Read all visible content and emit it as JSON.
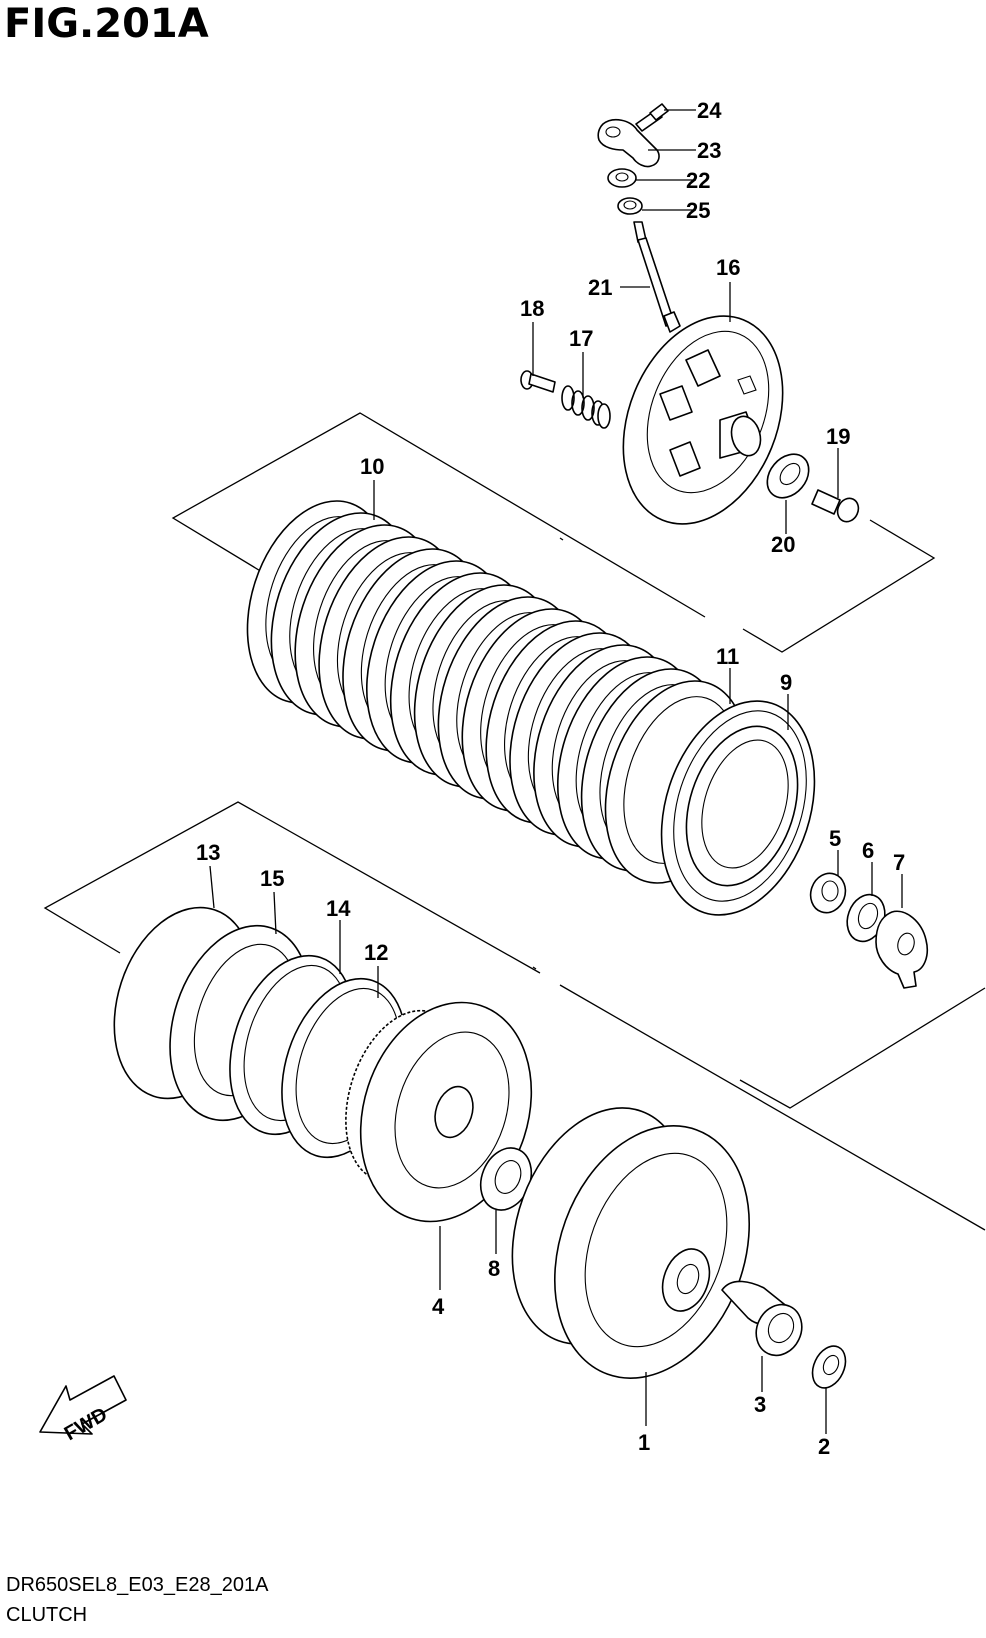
{
  "figure": {
    "title": "FIG.201A",
    "model_code": "DR650SEL8_E03_E28_201A",
    "caption": "CLUTCH",
    "fwd_label": "FWD"
  },
  "callouts": [
    {
      "id": "1",
      "label": "1"
    },
    {
      "id": "2",
      "label": "2"
    },
    {
      "id": "3",
      "label": "3"
    },
    {
      "id": "4",
      "label": "4"
    },
    {
      "id": "5",
      "label": "5"
    },
    {
      "id": "6",
      "label": "6"
    },
    {
      "id": "7",
      "label": "7"
    },
    {
      "id": "8",
      "label": "8"
    },
    {
      "id": "9",
      "label": "9"
    },
    {
      "id": "10",
      "label": "10"
    },
    {
      "id": "11",
      "label": "11"
    },
    {
      "id": "12",
      "label": "12"
    },
    {
      "id": "13",
      "label": "13"
    },
    {
      "id": "14",
      "label": "14"
    },
    {
      "id": "15",
      "label": "15"
    },
    {
      "id": "16",
      "label": "16"
    },
    {
      "id": "17",
      "label": "17"
    },
    {
      "id": "18",
      "label": "18"
    },
    {
      "id": "19",
      "label": "19"
    },
    {
      "id": "20",
      "label": "20"
    },
    {
      "id": "21",
      "label": "21"
    },
    {
      "id": "22",
      "label": "22"
    },
    {
      "id": "23",
      "label": "23"
    },
    {
      "id": "24",
      "label": "24"
    },
    {
      "id": "25",
      "label": "25"
    }
  ]
}
